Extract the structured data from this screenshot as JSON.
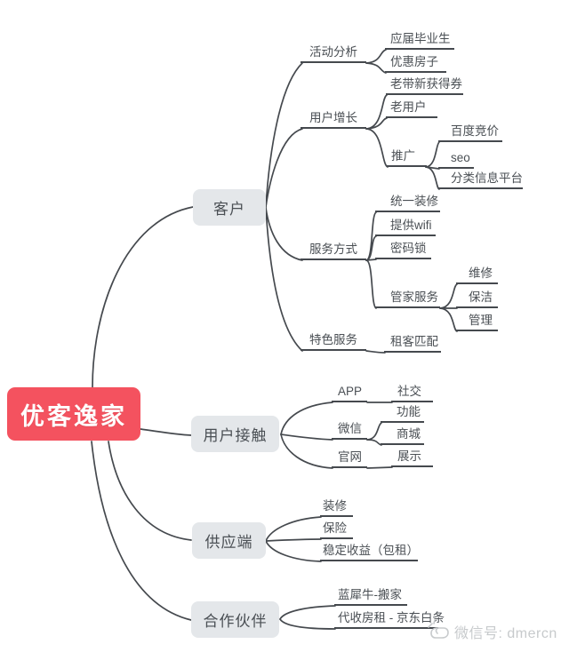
{
  "colors": {
    "root_bg": "#f4525f",
    "node_bg": "#e4e7ea",
    "line": "#45494e",
    "text": "#4a4f54",
    "watermark": "#c7cacc"
  },
  "watermark": {
    "label": "微信号: dmercn",
    "icon": "hand-gesture-icon"
  },
  "mindmap": {
    "root": {
      "label": "优客逸家"
    },
    "branches": [
      {
        "label": "客户",
        "children": [
          {
            "label": "活动分析",
            "children": [
              {
                "label": "应届毕业生"
              },
              {
                "label": "优惠房子"
              }
            ]
          },
          {
            "label": "用户增长",
            "children": [
              {
                "label": "老带新获得券"
              },
              {
                "label": "老用户"
              },
              {
                "label": "推广",
                "children": [
                  {
                    "label": "百度竞价"
                  },
                  {
                    "label": "seo"
                  },
                  {
                    "label": "分类信息平台"
                  }
                ]
              }
            ]
          },
          {
            "label": "服务方式",
            "children": [
              {
                "label": "统一装修"
              },
              {
                "label": "提供wifi"
              },
              {
                "label": "密码锁"
              },
              {
                "label": "管家服务",
                "children": [
                  {
                    "label": "维修"
                  },
                  {
                    "label": "保洁"
                  },
                  {
                    "label": "管理"
                  }
                ]
              }
            ]
          },
          {
            "label": "特色服务",
            "children": [
              {
                "label": "租客匹配"
              }
            ]
          }
        ]
      },
      {
        "label": "用户接触",
        "children": [
          {
            "label": "APP",
            "children": [
              {
                "label": "社交"
              }
            ]
          },
          {
            "label": "微信",
            "children": [
              {
                "label": "功能"
              },
              {
                "label": "商城"
              }
            ]
          },
          {
            "label": "官网",
            "children": [
              {
                "label": "展示"
              }
            ]
          }
        ]
      },
      {
        "label": "供应端",
        "children": [
          {
            "label": "装修"
          },
          {
            "label": "保险"
          },
          {
            "label": "稳定收益（包租）"
          }
        ]
      },
      {
        "label": "合作伙伴",
        "children": [
          {
            "label": "蓝犀牛-搬家"
          },
          {
            "label": "代收房租 - 京东白条"
          }
        ]
      }
    ]
  }
}
